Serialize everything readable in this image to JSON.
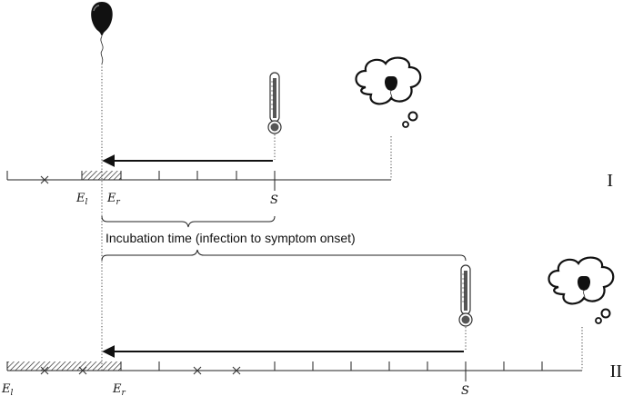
{
  "caption": "Incubation time (infection to symptom onset)",
  "scenarios": [
    {
      "roman": "I",
      "labels": {
        "el_base": "E",
        "el_sub": "l",
        "er_base": "E",
        "er_sub": "r",
        "s": "S"
      }
    },
    {
      "roman": "II",
      "labels": {
        "el_base": "E",
        "el_sub": "l",
        "er_base": "E",
        "er_sub": "r",
        "s": "S"
      }
    }
  ],
  "icons": {
    "infection": "balloon-icon",
    "symptom": "thermometer-icon",
    "thought": "thought-bubble-icon"
  }
}
